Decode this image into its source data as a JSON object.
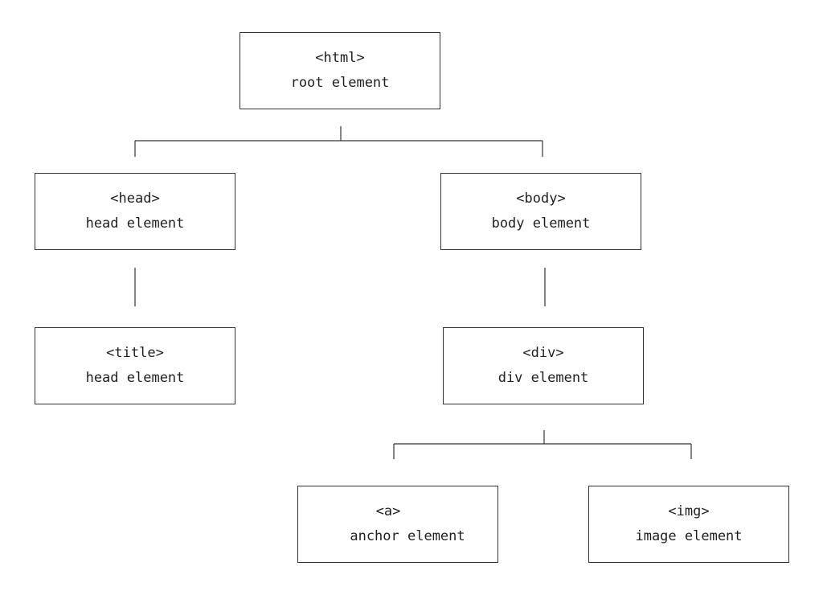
{
  "nodes": {
    "html": {
      "tag": "<html>",
      "description": "root element"
    },
    "head": {
      "tag": "<head>",
      "description": "head element"
    },
    "body": {
      "tag": "<body>",
      "description": "body element"
    },
    "title": {
      "tag": "<title>",
      "description": "head element"
    },
    "div": {
      "tag": "<div>",
      "description": "div element"
    },
    "a": {
      "tag": "<a>",
      "description": "anchor element"
    },
    "img": {
      "tag": "<img>",
      "description": "image element"
    }
  },
  "colors": {
    "stroke": "#333333",
    "background": "#ffffff",
    "text": "#1f1f1f"
  }
}
